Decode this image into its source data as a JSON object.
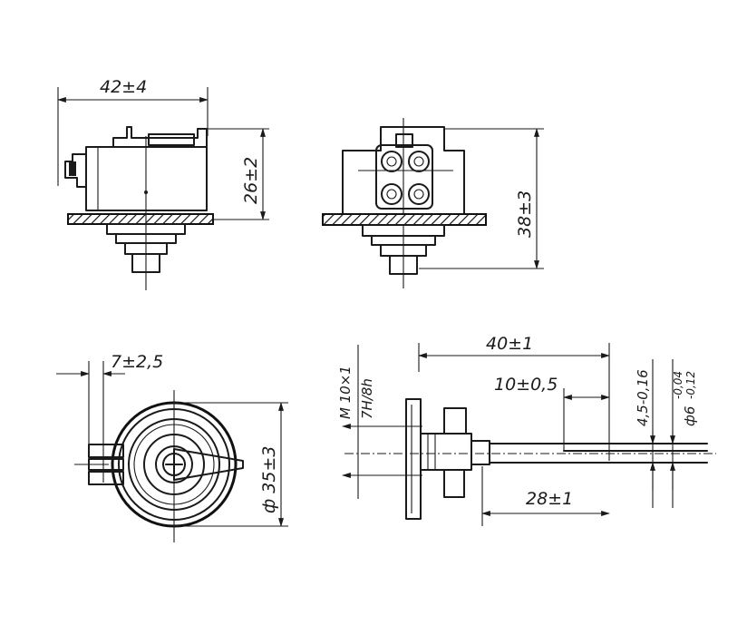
{
  "dimensions": {
    "front_width": "42±4",
    "front_height": "26±2",
    "side_height": "38±3",
    "terminal_offset": "7±2,5",
    "body_diameter": "ф 35±3",
    "total_length": "40±1",
    "shaft_flat": "10±0,5",
    "mount_length": "28±1",
    "thread": "M 10×1",
    "thread_tolerance": "7H/8h",
    "flat_size": "4,5-0,16",
    "shaft_diameter": "ф6",
    "shaft_dia_tol_upper": "-0,04",
    "shaft_dia_tol_lower": "-0,12"
  }
}
